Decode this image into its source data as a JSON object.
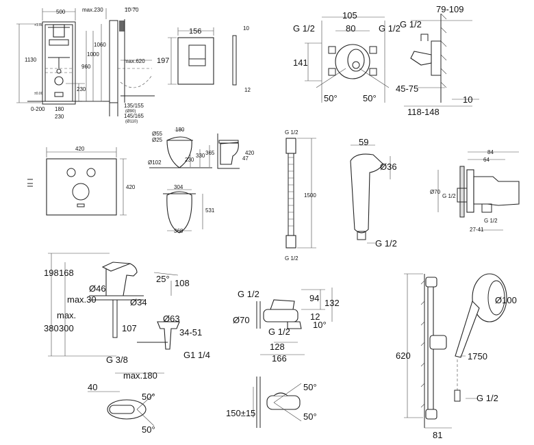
{
  "installation_frame": {
    "width": "500",
    "max_depth": "max.230",
    "wall": "10-70",
    "height_total": "1130",
    "h1060": "1060",
    "h1000": "1000",
    "h960": "960",
    "max_projection": "max.620",
    "h230": "230",
    "floor": "0-200",
    "w180": "180",
    "w230": "230",
    "pipe_90": "135/155",
    "d90": "(Ø90)",
    "pipe_110": "145/165",
    "d110": "(Ø110)",
    "level_top": "+1.00",
    "level_zero": "±0.00"
  },
  "flush_plate": {
    "width": "156",
    "height": "197",
    "depth_top": "10",
    "depth_bottom": "12"
  },
  "concealed_mixer": {
    "w105": "105",
    "inlet_left": "G 1/2",
    "w80": "80",
    "inlet_right": "G 1/2",
    "h141": "141",
    "angle_left": "50°",
    "angle_right": "50°",
    "depth": "45-75",
    "side_depth": "79-109",
    "side_inlet": "G 1/2",
    "side_10": "10",
    "side_total": "118-148"
  },
  "sound_mat": {
    "width": "420",
    "height": "420"
  },
  "wc": {
    "d55": "Ø55",
    "d25": "Ø25",
    "w180": "180",
    "d102": "Ø102",
    "h230": "230",
    "h330": "330",
    "h365": "365",
    "h420": "420",
    "h47": "47",
    "w304": "304",
    "l531": "531",
    "w368": "368"
  },
  "hose": {
    "top": "G 1/2",
    "length": "1500",
    "bottom": "G 1/2"
  },
  "hygienic_spray": {
    "w59": "59",
    "d36": "Ø36",
    "inlet": "G 1/2"
  },
  "wall_elbow": {
    "w84": "84",
    "w64": "64",
    "d70": "Ø70",
    "inlet": "G 1/2",
    "outlet": "G 1/2",
    "depth": "27-41"
  },
  "basin_mixer": {
    "h198": "198",
    "h168": "168",
    "angle": "25°",
    "h108": "108",
    "d46": "Ø46",
    "d34": "Ø34",
    "max30": "max.30",
    "max": "max.",
    "h380": "380",
    "h300": "300",
    "w107": "107",
    "d63": "Ø63",
    "r3451": "34-51",
    "g114": "G1 1/4",
    "g38": "G 3/8",
    "max180": "max.180",
    "w40": "40",
    "a1": "50°",
    "a2": "50°"
  },
  "bath_mixer": {
    "inlet": "G 1/2",
    "h94": "94",
    "h132": "132",
    "d70": "Ø70",
    "h12": "12",
    "angle10": "10°",
    "outlet": "G 1/2",
    "w128": "128",
    "w166": "166",
    "a1": "50°",
    "spacing": "150±15",
    "a2": "50°"
  },
  "shower_set": {
    "d100": "Ø100",
    "h620": "620",
    "hose": "1750",
    "inlet": "G 1/2",
    "w81": "81"
  }
}
